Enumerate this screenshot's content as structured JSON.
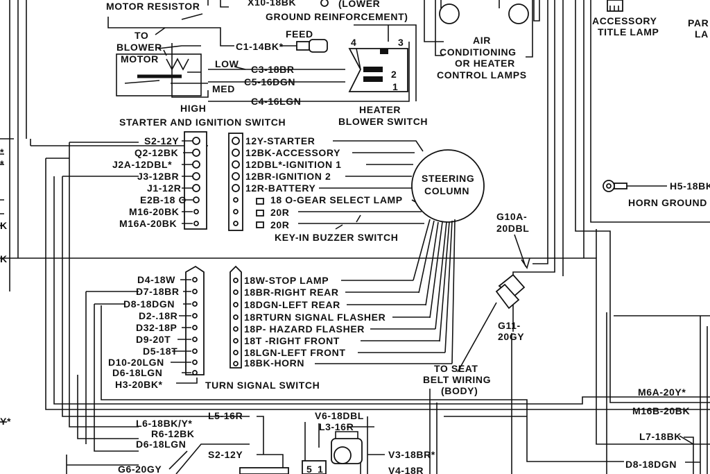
{
  "header": {
    "motor_resistor": "MOTOR RESISTOR",
    "x10": "X10-18BK",
    "lower": "(LOWER",
    "ground_reinforcement": "GROUND REINFORCEMENT)",
    "accessory_title_lamp_1": "ACCESSORY",
    "accessory_title_lamp_2": "TITLE LAMP",
    "parking_lamp_1": "PAR",
    "parking_lamp_2": "LA"
  },
  "blower": {
    "to": "TO",
    "blower": "BLOWER",
    "motor": "MOTOR",
    "low": "LOW",
    "med": "MED",
    "high": "HIGH",
    "c1": "C1-14BK*",
    "c3": "C3-18BR",
    "c5": "C5-16DGN",
    "c4": "C4-16LGN",
    "feed": "FEED",
    "pin4": "4",
    "pin3": "3",
    "pin2": "2",
    "pin1": "1",
    "heater_1": "HEATER",
    "heater_2": "BLOWER SWITCH"
  },
  "air_conditioning": [
    "AIR",
    "CONDITIONING",
    "OR HEATER",
    "CONTROL LAMPS"
  ],
  "ignition": {
    "title": "STARTER AND IGNITION SWITCH",
    "left_wires": [
      "S2-12Y",
      "Q2-12BK",
      "J2A-12DBL*",
      "J3-12BR",
      "J1-12R",
      "E2B-18 O",
      "M16-20BK",
      "M16A-20BK"
    ],
    "right_wires": [
      "12Y-STARTER",
      "12BK-ACCESSORY",
      "12DBL*-IGNITION 1",
      "12BR-IGNITION 2",
      "12R-BATTERY",
      "18 O-GEAR SELECT LAMP",
      "20R",
      "20R"
    ],
    "key_in_buzzer": "KEY-IN BUZZER SWITCH"
  },
  "steering": {
    "line1": "STEERING",
    "line2": "COLUMN"
  },
  "horn": {
    "h5": "H5-18BK",
    "ground": "HORN GROUND"
  },
  "seat_belt": {
    "g10a_1": "G10A-",
    "g10a_2": "20DBL",
    "g11_1": "G11-",
    "g11_2": "20GY",
    "to_seat": "TO SEAT",
    "belt_wiring": "BELT WIRING",
    "body": "(BODY)"
  },
  "turn_signal": {
    "title": "TURN SIGNAL SWITCH",
    "left_wires": [
      "D4-18W",
      "D7-18BR",
      "D8-18DGN",
      "D2-.18R",
      "D32-18P",
      "D9-20T",
      "D5-18T",
      "D10-20LGN",
      "D6-18LGN",
      "H3-20BK*"
    ],
    "right_wires": [
      "18W-STOP LAMP",
      "18BR-RIGHT REAR",
      "18DGN-LEFT REAR",
      "18RTURN SIGNAL FLASHER",
      "18P- HAZARD FLASHER",
      "18T -RIGHT FRONT",
      "18LGN-LEFT FRONT",
      "18BK-HORN"
    ]
  },
  "left_edge": {
    "k1": "*",
    "k2": "*",
    "k3": "K",
    "k4": "K",
    "k5": "Y*"
  },
  "bottom": {
    "m6a": "M6A-20Y*",
    "m16b": "M16B-20BK",
    "l7": "L7-18BK",
    "l5": "L5-16R",
    "l6": "L6-18BK/Y*",
    "r6": "R6-12BK",
    "d6": "D6-18LGN",
    "g6": "G6-20GY",
    "s2": "S2-12Y",
    "v6": "V6-18DBL",
    "l3": "L3-16R",
    "v3": "V3-18BR*",
    "d8": "D8-18DGN",
    "v4": "V4-18R",
    "n5": "5",
    "n1": "1"
  }
}
